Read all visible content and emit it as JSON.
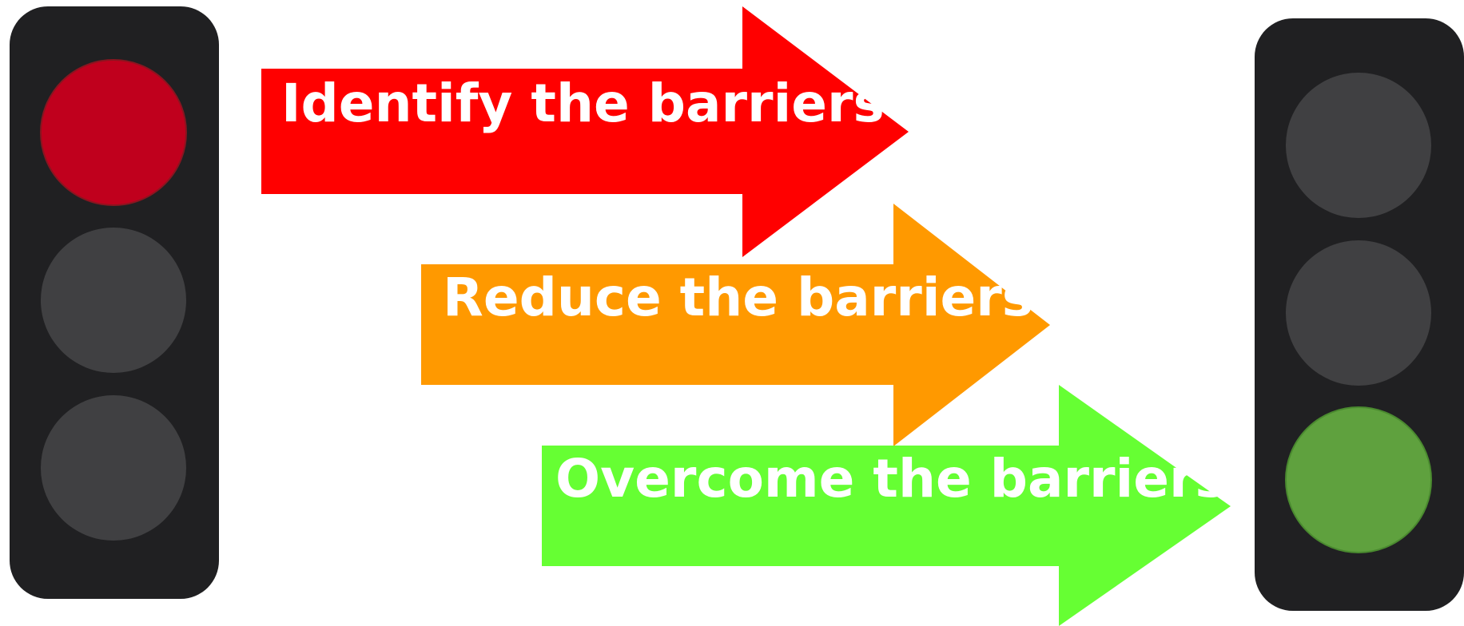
{
  "traffic_light_left": {
    "housing_color": "#202022",
    "lamps": [
      {
        "name": "red",
        "lit": true,
        "color": "#c0001d",
        "rim": "#8a1520"
      },
      {
        "name": "amber",
        "lit": false,
        "color": "#404042"
      },
      {
        "name": "green",
        "lit": false,
        "color": "#404042"
      }
    ]
  },
  "traffic_light_right": {
    "housing_color": "#202022",
    "lamps": [
      {
        "name": "red",
        "lit": false,
        "color": "#404042"
      },
      {
        "name": "amber",
        "lit": false,
        "color": "#404042"
      },
      {
        "name": "green",
        "lit": true,
        "color": "#5fa13e",
        "rim": "#4a8a2f"
      }
    ]
  },
  "arrows": [
    {
      "label": "Identify the barriers",
      "color": "#ff0000"
    },
    {
      "label": "Reduce the barriers",
      "color": "#ff9900"
    },
    {
      "label": "Overcome the barriers",
      "color": "#66ff33"
    }
  ]
}
